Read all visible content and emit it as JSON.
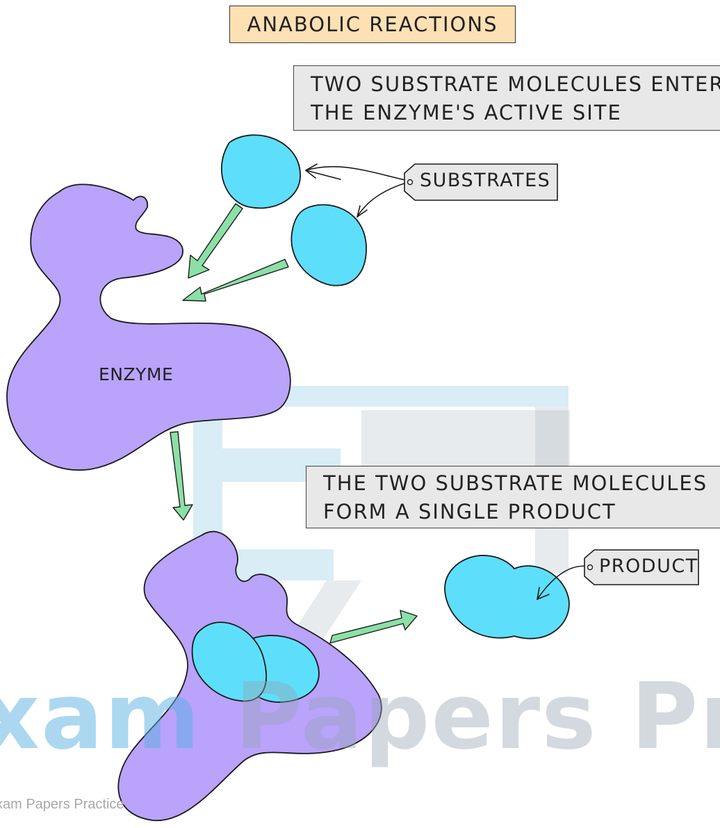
{
  "title": "ANABOLIC REACTIONS",
  "step1": {
    "lines": [
      "TWO SUBSTRATE MOLECULES ENTER",
      "THE ENZYME'S ACTIVE SITE"
    ]
  },
  "step2": {
    "lines": [
      "THE TWO SUBSTRATE MOLECULES",
      "FORM A SINGLE PRODUCT"
    ]
  },
  "labels": {
    "substrates": "SUBSTRATES",
    "enzyme": "ENZYME",
    "product": "PRODUCT"
  },
  "watermark": {
    "part1": "xam",
    "part2": " Papers Practi",
    "small": "xam Papers Practice"
  },
  "colors": {
    "enzyme": "#b9a3fb",
    "substrate": "#5ddffb",
    "arrow": "#8be0a6",
    "title_bg": "#fde0b3",
    "note_bg": "#e8e8e8"
  }
}
